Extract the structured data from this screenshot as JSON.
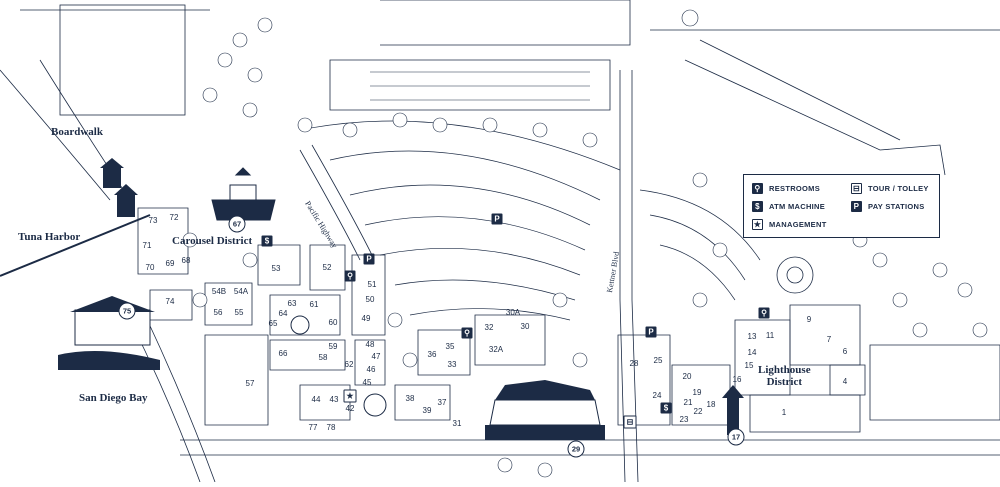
{
  "areas": {
    "boardwalk": "Boardwalk",
    "tuna_harbor": "Tuna Harbor",
    "carousel_district": "Carousel District",
    "san_diego_bay": "San Diego Bay",
    "lighthouse_district": "Lighthouse\nDistrict"
  },
  "streets": {
    "pacific_highway": "Pacific Highway",
    "kettner_blvd": "Kettner Blvd"
  },
  "legend": {
    "restrooms": "RESTROOMS",
    "atm": "ATM MACHINE",
    "management": "MANAGEMENT",
    "tour": "TOUR / TOLLEY",
    "pay": "PAY STATIONS"
  },
  "icons": {
    "restroom": "restroom-icon",
    "atm": "atm-icon",
    "management": "management-star-icon",
    "tour": "tour-trolley-icon",
    "pay": "pay-station-icon"
  },
  "symbols": {
    "atm": "$",
    "star": "★",
    "pay": "P",
    "restroom": "⚲",
    "tour": "⊟"
  },
  "buildings": [
    "73",
    "72",
    "71",
    "70",
    "69",
    "68",
    "74",
    "53",
    "52",
    "51",
    "50",
    "49",
    "54B",
    "54A",
    "56",
    "55",
    "63",
    "61",
    "64",
    "65",
    "60",
    "66",
    "59",
    "58",
    "62",
    "48",
    "47",
    "46",
    "45",
    "57",
    "44",
    "43",
    "42",
    "77",
    "78",
    "38",
    "39",
    "37",
    "31",
    "36",
    "35",
    "33",
    "32",
    "32A",
    "30A",
    "30",
    "28",
    "25",
    "24",
    "23",
    "22",
    "21",
    "20",
    "19",
    "18",
    "16",
    "15",
    "14",
    "13",
    "11",
    "9",
    "7",
    "6",
    "4",
    "1"
  ],
  "circled": {
    "c67": "67",
    "c75": "75",
    "c29": "29",
    "c17": "17"
  },
  "colors": {
    "ink": "#1c2b45",
    "paper": "#ffffff"
  }
}
